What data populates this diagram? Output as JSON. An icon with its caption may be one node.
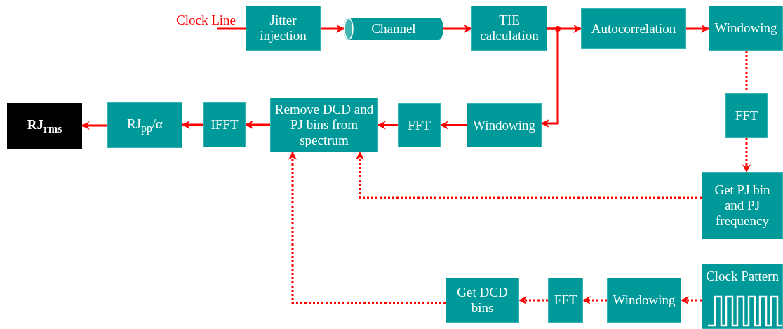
{
  "diagram": {
    "nodes": [
      {
        "text": [
          "Clock Line"
        ]
      },
      {
        "text": [
          "Jitter injection"
        ]
      },
      {
        "text": [
          "Channel"
        ]
      },
      {
        "text": [
          "TIE calculation"
        ]
      },
      {
        "text": [
          "Autocorrelation"
        ]
      },
      {
        "text": [
          "Windowing"
        ]
      },
      {
        "text": [
          "FFT"
        ]
      },
      {
        "text": [
          "Get PJ bin and PJ frequency"
        ]
      },
      {
        "text": [
          "Windowing"
        ]
      },
      {
        "text": [
          "FFT"
        ]
      },
      {
        "text": [
          "Remove DCD and PJ bins from spectrum"
        ]
      },
      {
        "text": [
          "IFFT"
        ]
      },
      {
        "text": [
          "RJ$_{pp}$/α"
        ]
      },
      {
        "text": [
          "RJ$_{rms}$"
        ]
      },
      {
        "text": [
          "Clock Pattern"
        ]
      },
      {
        "text": [
          "Windowing"
        ]
      },
      {
        "text": [
          "FFT"
        ]
      },
      {
        "text": [
          "Get DCD bins"
        ]
      }
    ],
    "edges": [
      {
        "from": 0,
        "to": 1,
        "arrow": "none"
      },
      {
        "from": 1,
        "to": 2,
        "arrow": "to"
      },
      {
        "from": 2,
        "to": 3,
        "arrow": "to"
      },
      {
        "from": 3,
        "to": 4,
        "arrow": "to"
      },
      {
        "from": 3,
        "to": 8,
        "arrow": "to"
      },
      {
        "from": 4,
        "to": 5,
        "arrow": "to"
      },
      {
        "from": 5,
        "to": 6,
        "arrow": "none",
        "style": "dashed"
      },
      {
        "from": 6,
        "to": 7,
        "arrow": "to",
        "style": "dashed"
      },
      {
        "from": 7,
        "to": 10,
        "arrow": "to",
        "style": "dashed"
      },
      {
        "from": 8,
        "to": 9,
        "arrow": "to"
      },
      {
        "from": 9,
        "to": 10,
        "arrow": "to"
      },
      {
        "from": 10,
        "to": 11,
        "arrow": "to"
      },
      {
        "from": 11,
        "to": 12,
        "arrow": "to"
      },
      {
        "from": 12,
        "to": 13,
        "arrow": "to"
      },
      {
        "from": 14,
        "to": 15,
        "arrow": "to",
        "style": "dashed"
      },
      {
        "from": 15,
        "to": 16,
        "arrow": "to",
        "style": "dashed"
      },
      {
        "from": 16,
        "to": 17,
        "arrow": "to",
        "style": "dashed"
      },
      {
        "from": 17,
        "to": 10,
        "arrow": "to",
        "style": "dashed"
      }
    ]
  }
}
